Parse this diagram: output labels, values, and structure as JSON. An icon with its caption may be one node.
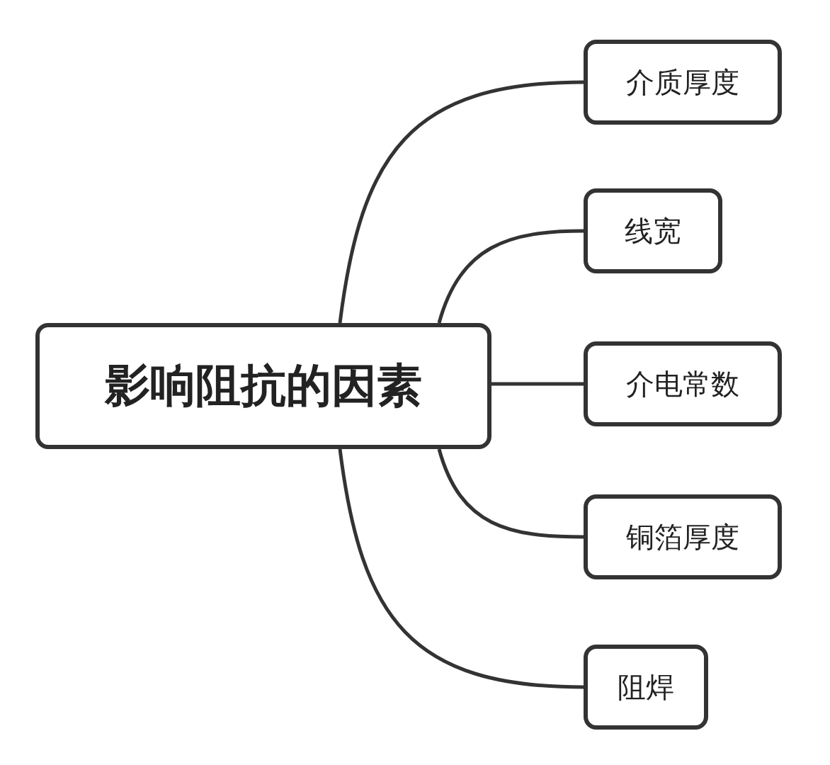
{
  "diagram": {
    "nodes": [
      {
        "text": [
          "影响阻抗的因素"
        ]
      },
      {
        "text": [
          "介质厚度"
        ]
      },
      {
        "text": [
          "线宽"
        ]
      },
      {
        "text": [
          "介电常数"
        ]
      },
      {
        "text": [
          "铜箔厚度"
        ]
      },
      {
        "text": [
          "阻焊"
        ]
      }
    ],
    "edges": [
      {
        "from": 0,
        "to": 1,
        "arrow": "none"
      },
      {
        "from": 0,
        "to": 2,
        "arrow": "none"
      },
      {
        "from": 0,
        "to": 3,
        "arrow": "none"
      },
      {
        "from": 0,
        "to": 4,
        "arrow": "none"
      },
      {
        "from": 0,
        "to": 5,
        "arrow": "none"
      }
    ]
  }
}
